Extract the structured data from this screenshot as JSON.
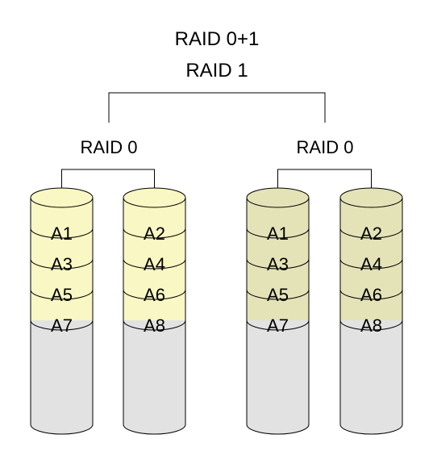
{
  "titles": {
    "top": "RAID 0+1",
    "second": "RAID 1"
  },
  "groups": [
    {
      "label": "RAID 0",
      "fill_color": "#f9f7c3",
      "disks": [
        {
          "blocks": [
            "A1",
            "A3",
            "A5",
            "A7"
          ]
        },
        {
          "blocks": [
            "A2",
            "A4",
            "A6",
            "A8"
          ]
        }
      ]
    },
    {
      "label": "RAID 0",
      "fill_color": "#e4e3b7",
      "disks": [
        {
          "blocks": [
            "A1",
            "A3",
            "A5",
            "A7"
          ]
        },
        {
          "blocks": [
            "A2",
            "A4",
            "A6",
            "A8"
          ]
        }
      ]
    }
  ],
  "colors": {
    "empty_disk": "#e2e2e2",
    "line": "#000000",
    "background": "#ffffff"
  }
}
